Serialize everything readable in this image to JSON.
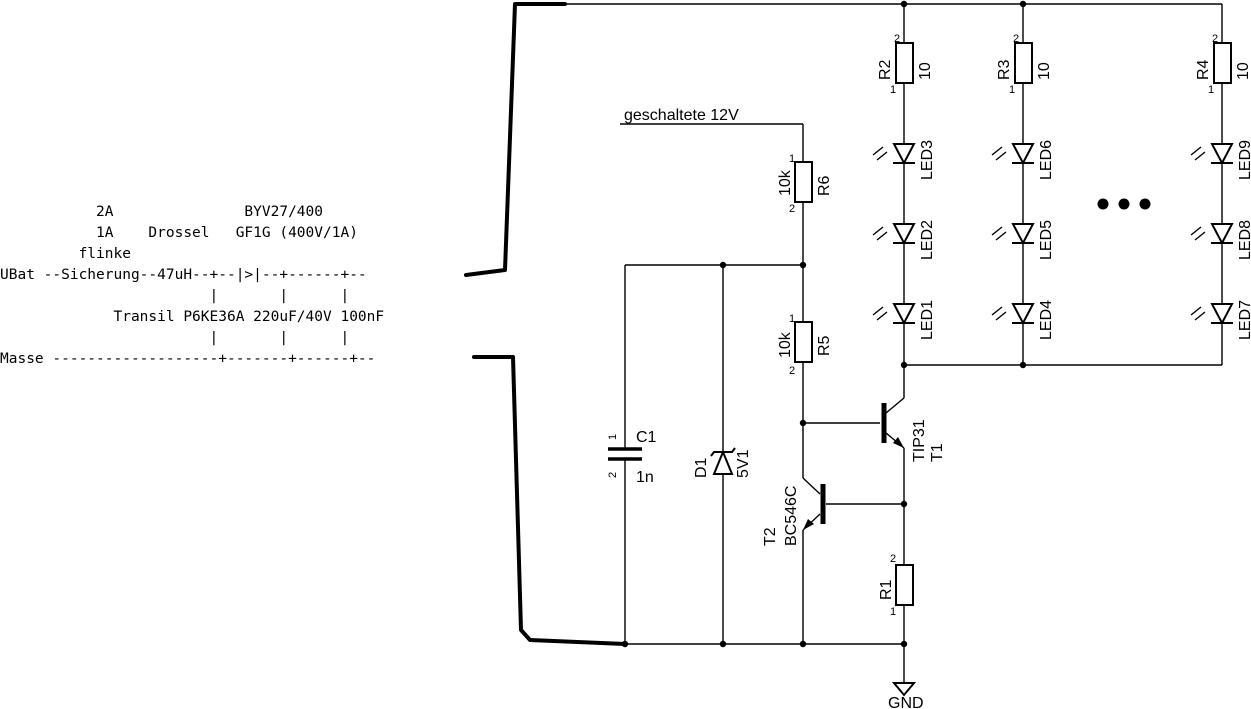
{
  "ascii_input": {
    "lines": [
      "           2A               BYV27/400",
      "           1A    Drossel   GF1G (400V/1A)",
      "         flinke",
      "UBat --Sicherung--47uH--+--|>|--+------+--",
      "                        |       |      |",
      "             Transil P6KE36A 220uF/40V 100nF",
      "                        |       |      |",
      "Masse -------------------+-------+------+--"
    ]
  },
  "switched_label": "geschaltete 12V",
  "components": {
    "R1": {
      "ref": "R1",
      "value": ""
    },
    "R2": {
      "ref": "R2",
      "value": "10"
    },
    "R3": {
      "ref": "R3",
      "value": "10"
    },
    "R4": {
      "ref": "R4",
      "value": "10"
    },
    "R5": {
      "ref": "R5",
      "value": "10k"
    },
    "R6": {
      "ref": "R6",
      "value": "10k"
    },
    "C1": {
      "ref": "C1",
      "value": "1n"
    },
    "D1": {
      "ref": "D1",
      "value": "5V1"
    },
    "T1": {
      "ref": "T1",
      "value": "TIP31"
    },
    "T2": {
      "ref": "T2",
      "value": "BC546C"
    }
  },
  "leds": [
    "LED1",
    "LED2",
    "LED3",
    "LED4",
    "LED5",
    "LED6",
    "LED7",
    "LED8",
    "LED9"
  ],
  "pin_numbers": {
    "one": "1",
    "two": "2"
  },
  "ellipsis_dots": 3,
  "gnd_label": "GND"
}
